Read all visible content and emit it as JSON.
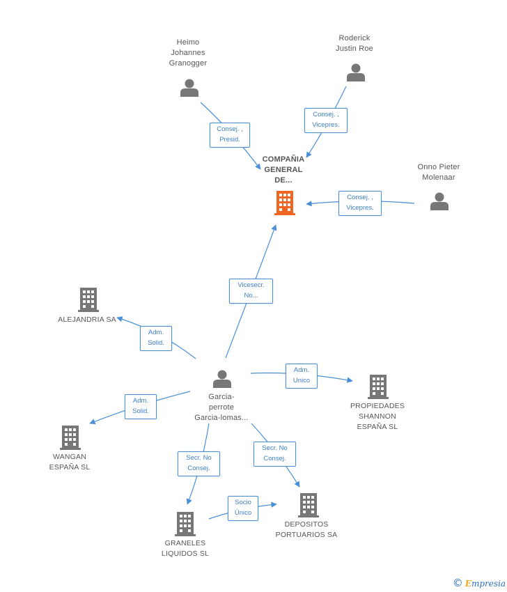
{
  "colors": {
    "edge": "#4a8fd6",
    "node_icon": "#777777",
    "main_icon": "#f26522"
  },
  "nodes": {
    "main": {
      "label": "COMPAÑIA\nGENERAL\nDE...",
      "icon": "building-icon"
    },
    "heimo": {
      "label": "Heimo\nJohannes\nGranogger",
      "icon": "person-icon"
    },
    "roderick": {
      "label": "Roderick\nJustin Roe",
      "icon": "person-icon"
    },
    "onno": {
      "label": "Onno Pieter\nMolenaar",
      "icon": "person-icon"
    },
    "garcia": {
      "label": "Garcia-\nperrote\nGarcia-lomas...",
      "icon": "person-icon"
    },
    "alejandria": {
      "label": "ALEJANDRIA SA",
      "icon": "building-icon"
    },
    "propiedades": {
      "label": "PROPIEDADES\nSHANNON\nESPAÑA SL",
      "icon": "building-icon"
    },
    "wangan": {
      "label": "WANGAN\nESPAÑA SL",
      "icon": "building-icon"
    },
    "graneles": {
      "label": "GRANELES\nLIQUIDOS SL",
      "icon": "building-icon"
    },
    "depositos": {
      "label": "DEPOSITOS\nPORTUARIOS SA",
      "icon": "building-icon"
    }
  },
  "edges": {
    "heimo_main": "Consej. ,\nPresid.",
    "roderick_main": "Consej. ,\nVicepres.",
    "onno_main": "Consej. ,\nVicepres.",
    "garcia_main": "Vicesecr.\nNo...",
    "garcia_alejandria": "Adm.\nSolid.",
    "garcia_propiedades": "Adm.\nUnico",
    "garcia_wangan": "Adm.\nSolid.",
    "garcia_graneles": "Secr. No\nConsej.",
    "garcia_depositos": "Secr. No\nConsej.",
    "graneles_depositos": "Socio\nÚnico"
  },
  "brand": {
    "copyright": "©",
    "e": "E",
    "rest": "mpresia"
  }
}
